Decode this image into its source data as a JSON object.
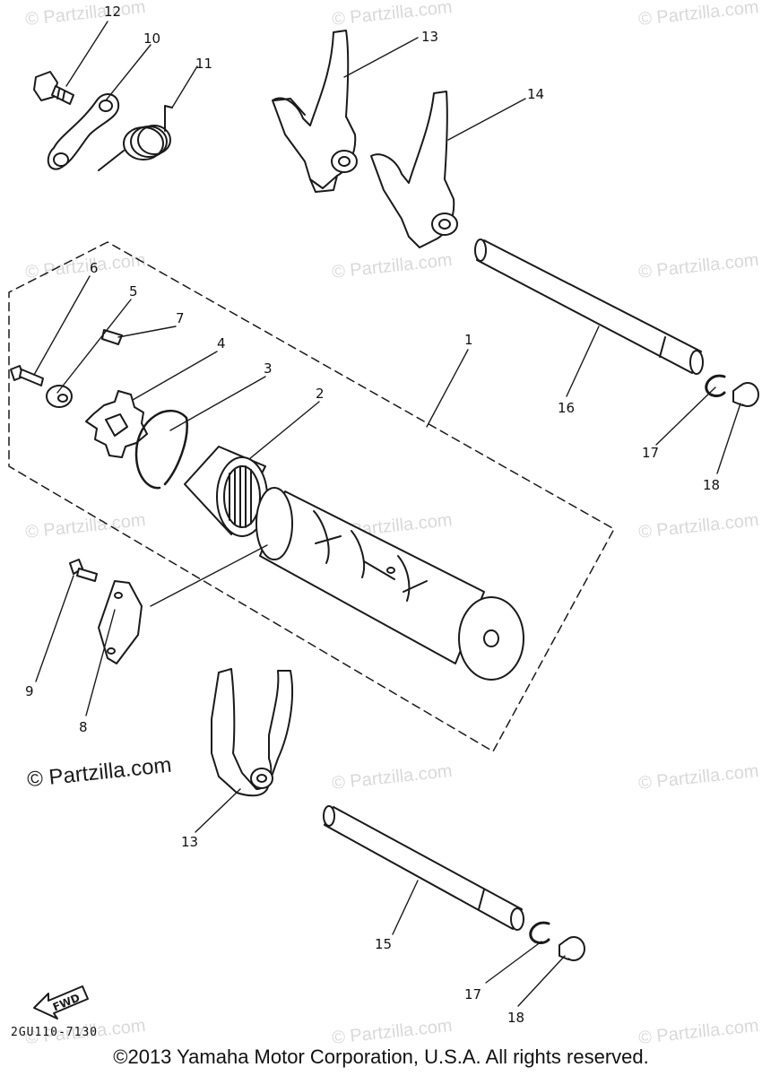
{
  "watermark": {
    "main_text": "© Partzilla.com",
    "faint_text": "© Partzilla.com"
  },
  "callouts": [
    "1",
    "2",
    "3",
    "4",
    "5",
    "6",
    "7",
    "8",
    "9",
    "10",
    "11",
    "12",
    "13",
    "13",
    "14",
    "15",
    "16",
    "17",
    "17",
    "18",
    "18"
  ],
  "direction_arrow": {
    "label": "FWD"
  },
  "diagram_code": "2GU110-7130",
  "copyright": "©2013  Yamaha Motor Corporation, U.S.A. All rights reserved.",
  "colors": {
    "ink": "#1a1a1a",
    "watermark": "#d9d9d9",
    "background": "#ffffff"
  }
}
